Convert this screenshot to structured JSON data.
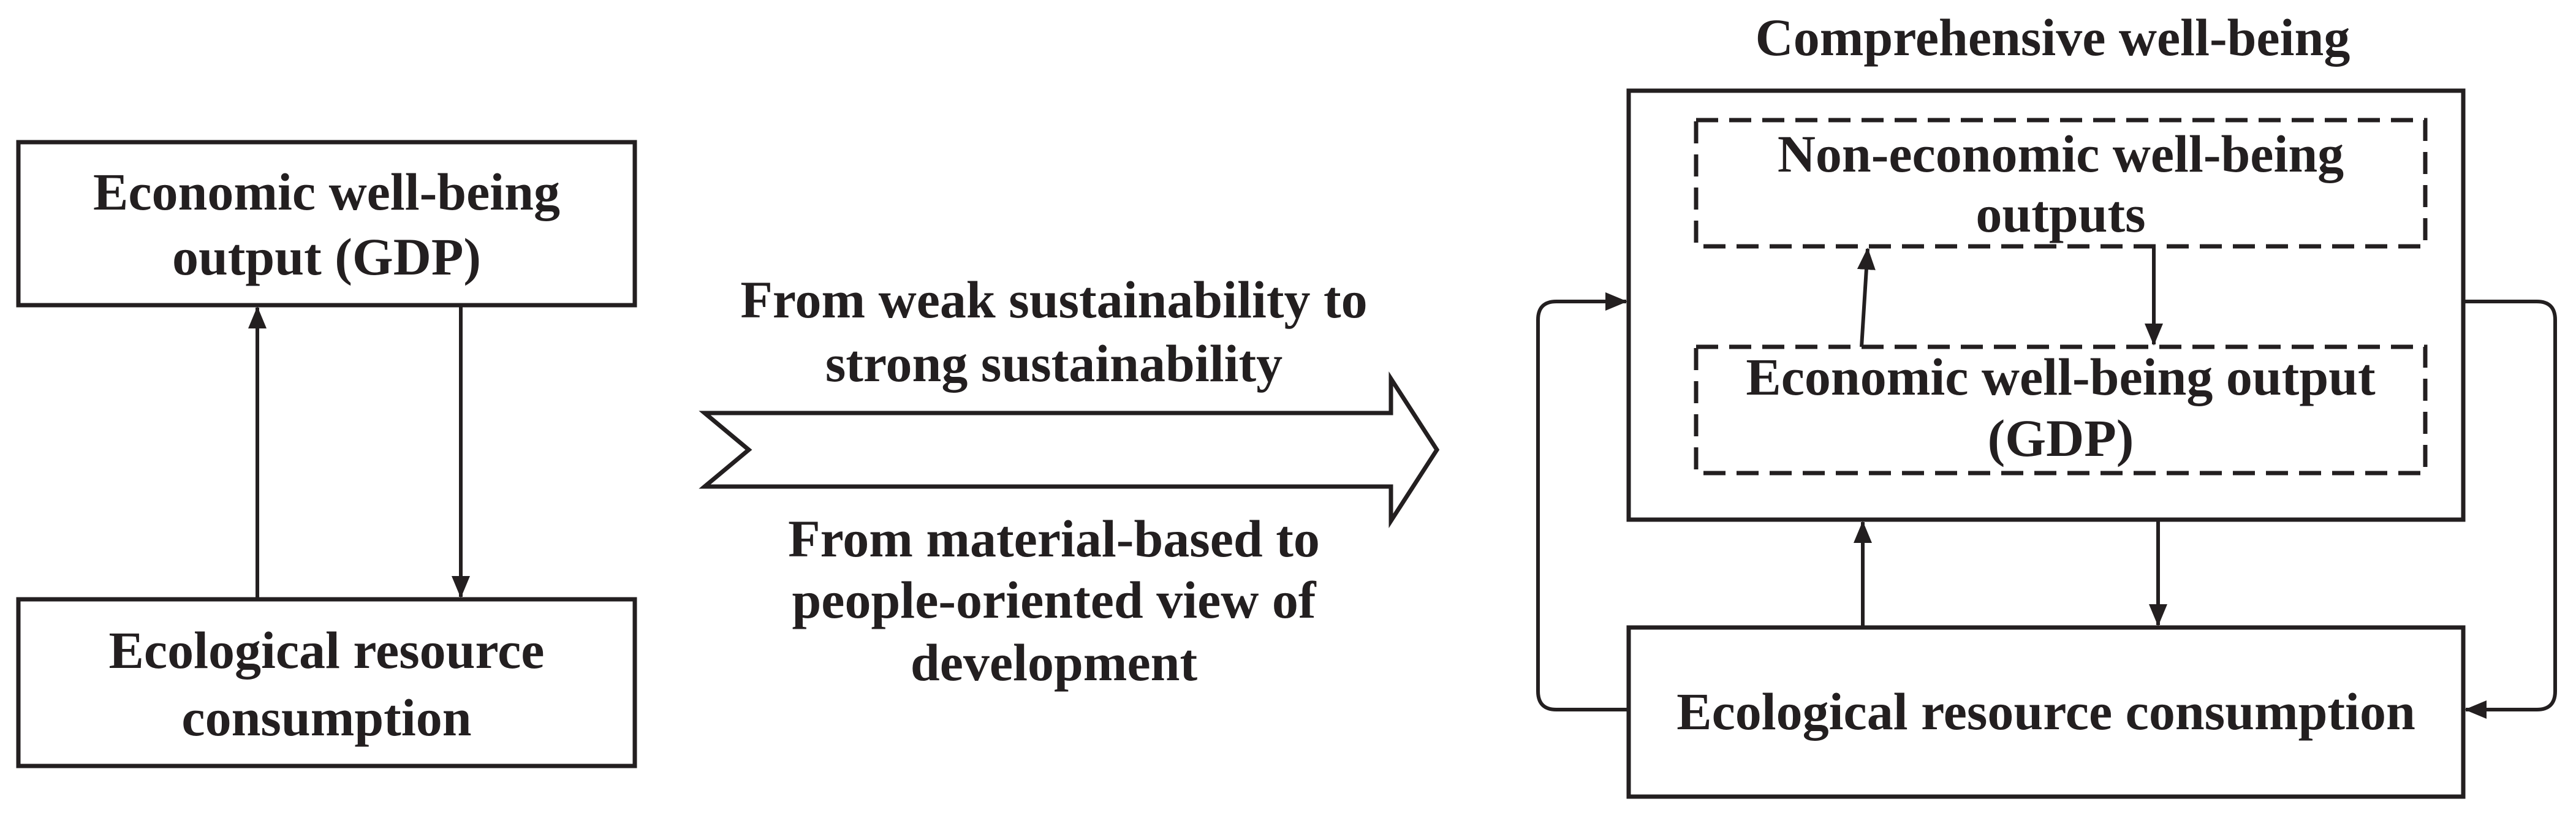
{
  "diagram": {
    "left": {
      "top_box": {
        "line1": "Economic well-being",
        "line2": "output  (GDP)"
      },
      "bottom_box": {
        "line1": "Ecological resource",
        "line2": "consumption"
      }
    },
    "middle": {
      "top_text": {
        "line1": "From weak sustainability to",
        "line2": "strong sustainability"
      },
      "bottom_text": {
        "line1": "From material-based to",
        "line2": "people-oriented view of",
        "line3": "development"
      }
    },
    "right": {
      "title": "Comprehensive well-being",
      "noneconomic_box": {
        "line1": "Non-economic well-being",
        "line2": "outputs"
      },
      "economic_box": {
        "line1": "Economic well-being output",
        "line2": "(GDP)"
      },
      "ecological_box": {
        "label": "Ecological resource consumption"
      }
    }
  }
}
